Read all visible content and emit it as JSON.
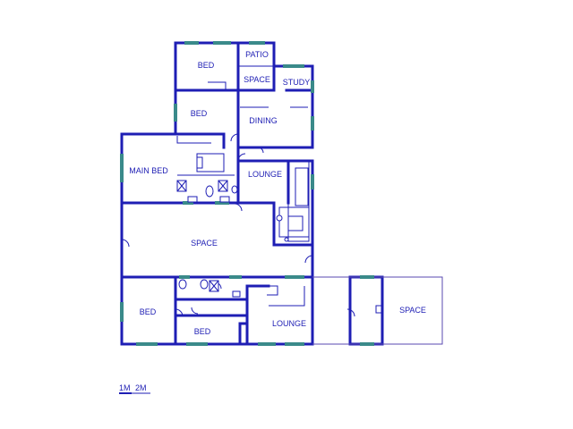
{
  "rooms": {
    "bed_top": "BED",
    "patio": "PATIO",
    "space_small": "SPACE",
    "study": "STUDY",
    "bed_mid": "BED",
    "dining": "DINING",
    "main_bed": "MAIN BED",
    "lounge_upper": "LOUNGE",
    "space_center": "SPACE",
    "bed_lower_left": "BED",
    "bed_lower": "BED",
    "lounge_lower": "LOUNGE",
    "space_right": "SPACE"
  },
  "scale": {
    "label_1": "1M",
    "label_2": "2M"
  },
  "colors": {
    "wall": "#1e1eb4",
    "window": "#3a8a8a",
    "background": "#ffffff"
  }
}
